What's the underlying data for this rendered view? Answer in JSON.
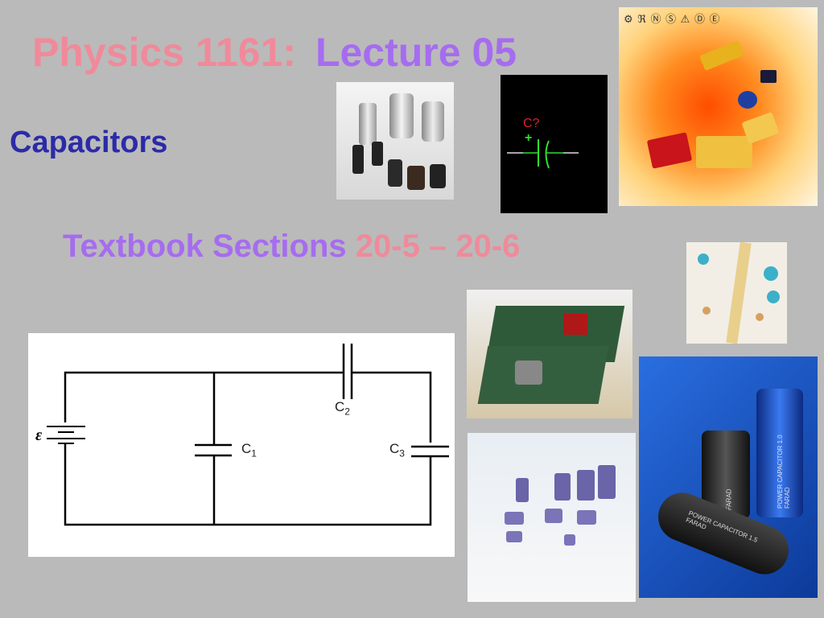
{
  "title": {
    "part1": "Physics 1161:",
    "part2": "Lecture 05",
    "color1": "#f08a9a",
    "color2": "#a66cf0"
  },
  "subtitle": {
    "text": "Capacitors",
    "color": "#2b2ba8"
  },
  "sections": {
    "label": "Textbook Sections",
    "range": "20-5 – 20-6",
    "label_color": "#a66cf0",
    "range_color": "#f08a9a"
  },
  "symbol_image": {
    "designator": "C?",
    "polarity": "+"
  },
  "circuit": {
    "emf": "ε",
    "c1": "C",
    "c1_sub": "1",
    "c2": "C",
    "c2_sub": "2",
    "c3": "C",
    "c3_sub": "3"
  },
  "photos": {
    "cert_marks": "⚙ ℜ Ⓝ Ⓢ ⚠ Ⓓ Ⓔ",
    "cap1_label": "POWER CAPACITOR 1.5 FARAD",
    "cap2_label": "0.5 FARAD",
    "cap3_label": "POWER CAPACITOR 1.0 FARAD"
  }
}
